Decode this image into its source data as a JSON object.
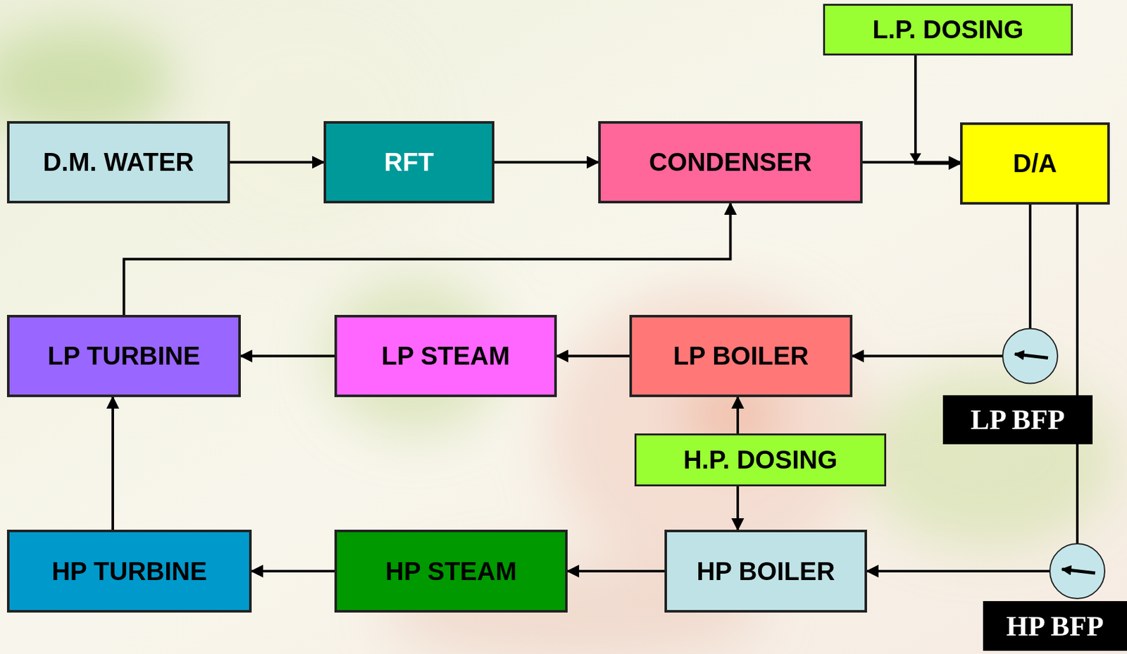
{
  "diagram": {
    "nodes": [
      {
        "text": [
          "L.P. DOSING"
        ]
      },
      {
        "text": [
          "D.M. WATER"
        ]
      },
      {
        "text": [
          "RFT"
        ]
      },
      {
        "text": [
          "CONDENSER"
        ]
      },
      {
        "text": [
          "D/A"
        ]
      },
      {
        "text": [
          "LP TURBINE"
        ]
      },
      {
        "text": [
          "LP STEAM"
        ]
      },
      {
        "text": [
          "LP BOILER"
        ]
      },
      {
        "text": [
          "LP BFP"
        ]
      },
      {
        "text": [
          "H.P. DOSING"
        ]
      },
      {
        "text": [
          "HP TURBINE"
        ]
      },
      {
        "text": [
          "HP STEAM"
        ]
      },
      {
        "text": [
          "HP BOILER"
        ]
      },
      {
        "text": [
          "HP BFP"
        ]
      }
    ],
    "edges": [
      {
        "from": 1,
        "to": 2,
        "arrow": "to"
      },
      {
        "from": 2,
        "to": 3,
        "arrow": "to"
      },
      {
        "from": 3,
        "to": 4,
        "arrow": "to"
      },
      {
        "from": 0,
        "to": 4,
        "arrow": "to"
      },
      {
        "from": 5,
        "to": 3,
        "arrow": "to"
      },
      {
        "from": 6,
        "to": 5,
        "arrow": "to"
      },
      {
        "from": 7,
        "to": 6,
        "arrow": "to"
      },
      {
        "from": 4,
        "to": 7,
        "arrow": "to"
      },
      {
        "from": 4,
        "to": 12,
        "arrow": "to"
      },
      {
        "from": 9,
        "to": 7,
        "arrow": "to"
      },
      {
        "from": 9,
        "to": 12,
        "arrow": "to"
      },
      {
        "from": 11,
        "to": 10,
        "arrow": "to"
      },
      {
        "from": 12,
        "to": 11,
        "arrow": "to"
      },
      {
        "from": 10,
        "to": 5,
        "arrow": "to"
      }
    ]
  }
}
